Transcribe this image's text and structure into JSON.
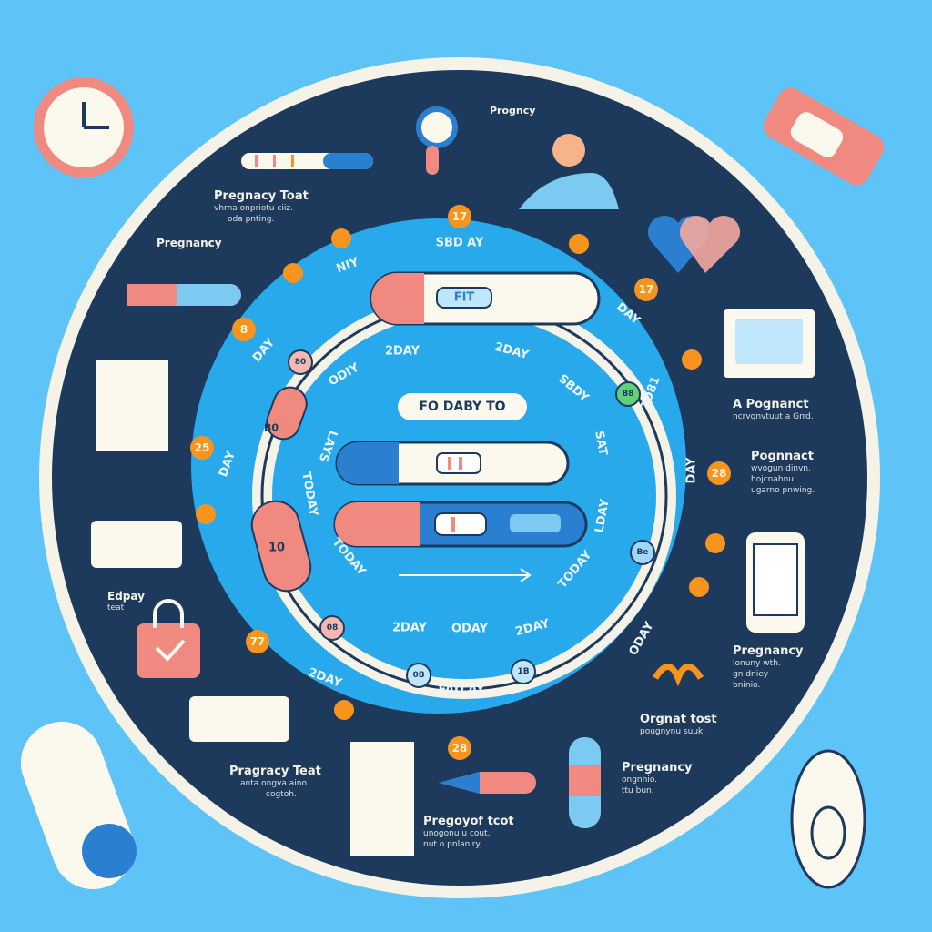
{
  "title_pill": "FO DABY TO",
  "colors": {
    "background": "#5ec3f6",
    "ring": "#f5f2e7",
    "navy": "#1d3a5c",
    "inner": "#27a9ec",
    "orange": "#f7941d",
    "pink": "#f08a80"
  },
  "test_window_label": "FIT",
  "test_pill_label": "10",
  "captions": [
    {
      "heading": "Progncy",
      "lines": []
    },
    {
      "heading": "Pregnacy Toat",
      "lines": [
        "vhrna onpriotu ciiz.",
        "oda pnting."
      ]
    },
    {
      "heading": "Pregnancy",
      "lines": []
    },
    {
      "heading": "A Pognanct",
      "lines": [
        "ncrvgnvtuut a Grrd."
      ]
    },
    {
      "heading": "Pognnact",
      "lines": [
        "wvogun dinvn.",
        "hojcnahnu.",
        "ugarno pnwing."
      ]
    },
    {
      "heading": "Pregnancy",
      "lines": [
        "lonuny wth.",
        "gn dniey",
        "bninio."
      ]
    },
    {
      "heading": "Orgnat tost",
      "lines": [
        "pougnynu suuk."
      ]
    },
    {
      "heading": "Pragracy Teat",
      "lines": [
        "anta ongva aino.",
        "cogtoh."
      ]
    },
    {
      "heading": "Pregoyof tcot",
      "lines": [
        "unogonu u cout.",
        "nut o pnlanlry."
      ]
    },
    {
      "heading": "Pregnancy",
      "lines": [
        "ongnnio.",
        "ttu bun."
      ]
    },
    {
      "heading": "Edpay",
      "lines": [
        "teat"
      ]
    }
  ],
  "day_labels": [
    "SBD AY",
    "NIY",
    "DAY",
    "DAY",
    "2DAY",
    "2DAY",
    "ODIY",
    "SBDY",
    "2D81",
    "DAY",
    "LAYS",
    "TODAY",
    "TODAY",
    "SAT",
    "DAY",
    "LDAY",
    "TODAY",
    "2DAY",
    "ODAY",
    "2DAY",
    "ODAY",
    "2DAY",
    "FAD AY"
  ],
  "badges": [
    "17",
    "17",
    "8",
    "25",
    "28",
    "77",
    "28"
  ],
  "track_markers": [
    "80",
    "B8",
    "08",
    "0B",
    "1B",
    "B0",
    "Be"
  ]
}
